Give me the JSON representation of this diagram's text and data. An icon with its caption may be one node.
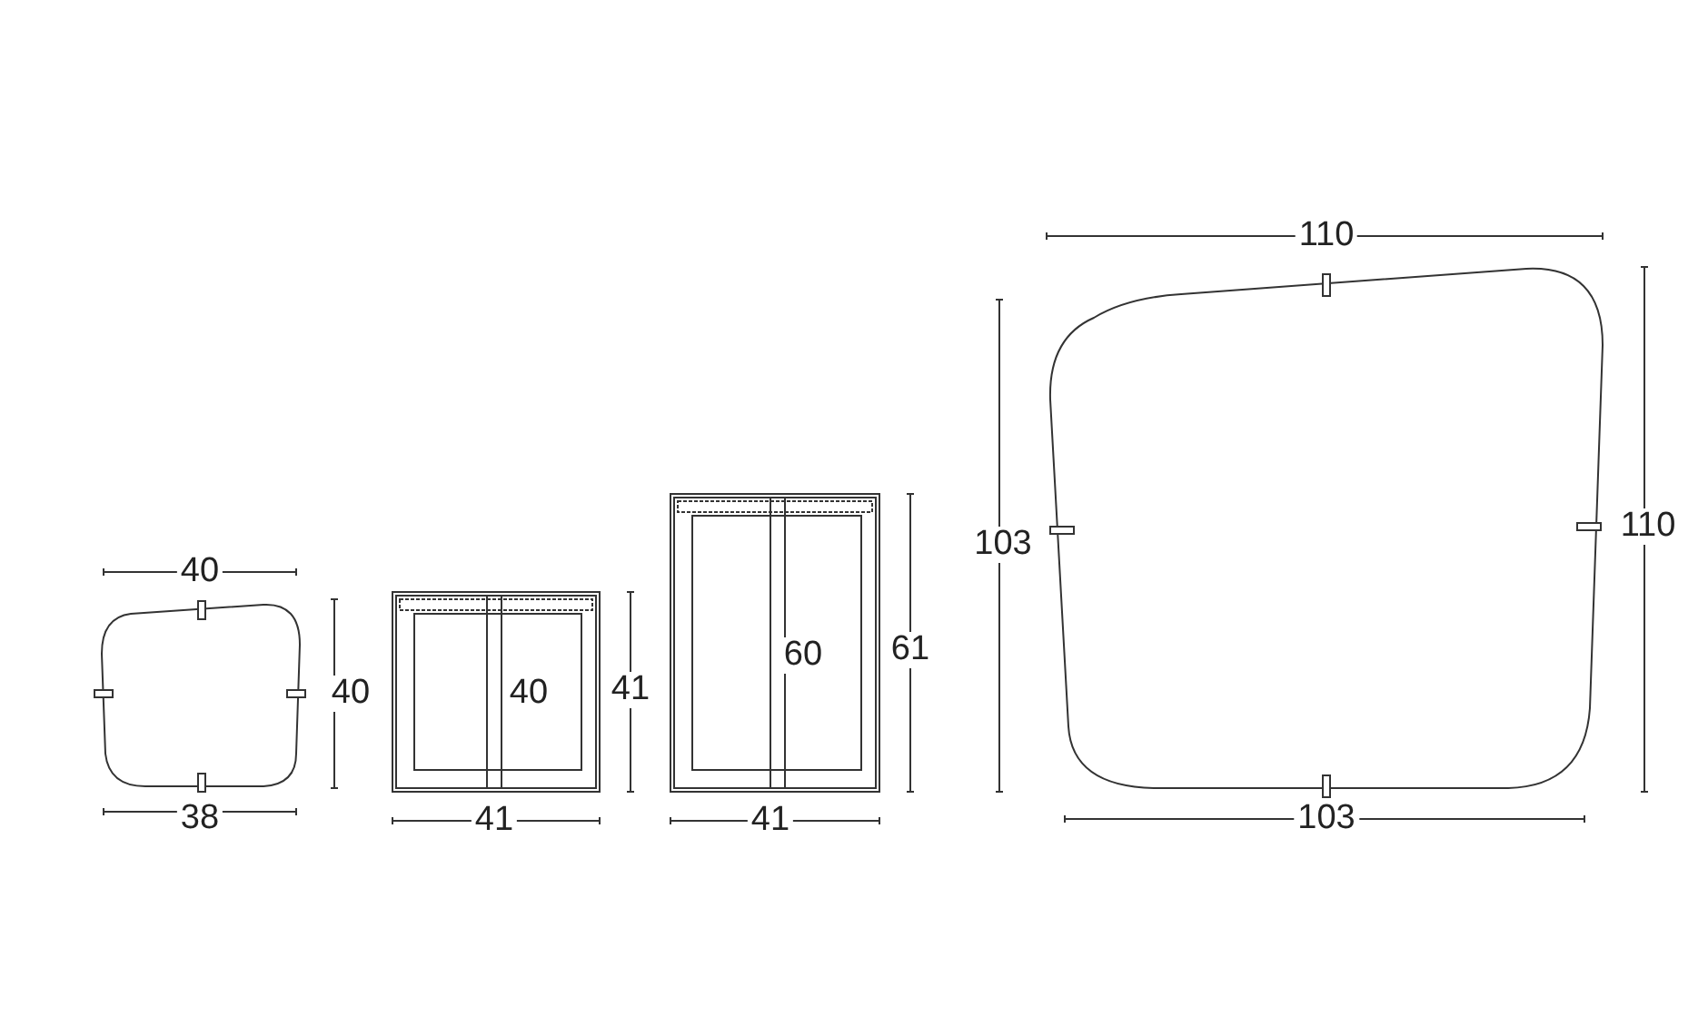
{
  "diagram": {
    "labels": [
      "40",
      "40",
      "38",
      "41",
      "40",
      "41",
      "41",
      "60",
      "61",
      "110",
      "103",
      "110",
      "103"
    ]
  }
}
